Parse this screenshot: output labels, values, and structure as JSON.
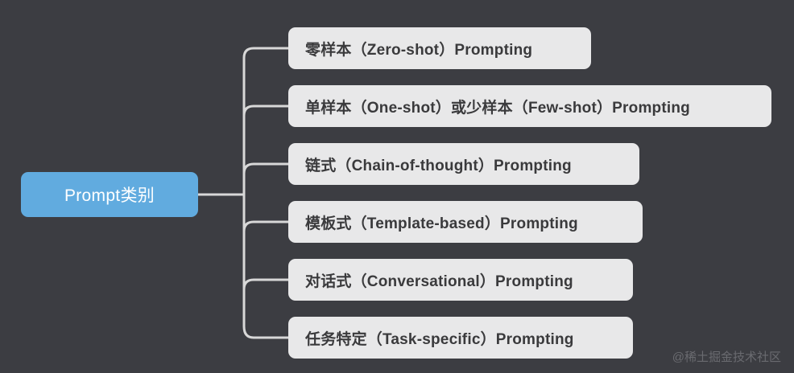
{
  "diagram": {
    "type": "mindmap",
    "orientation": "left-to-right",
    "background_color": "#3c3d42",
    "connector_color": "#d8d8d8",
    "root": {
      "label": "Prompt类别",
      "fill_color": "#61abdf",
      "text_color": "#ffffff"
    },
    "branches": [
      {
        "label": "零样本（Zero-shot）Prompting"
      },
      {
        "label": "单样本（One-shot）或少样本（Few-shot）Prompting"
      },
      {
        "label": "链式（Chain-of-thought）Prompting"
      },
      {
        "label": "模板式（Template-based）Prompting"
      },
      {
        "label": "对话式（Conversational）Prompting"
      },
      {
        "label": "任务特定（Task-specific）Prompting"
      }
    ],
    "branch_fill_color": "#e8e8e9",
    "branch_text_color": "#3a3a3c"
  },
  "watermark": {
    "text": "@稀土掘金技术社区"
  }
}
